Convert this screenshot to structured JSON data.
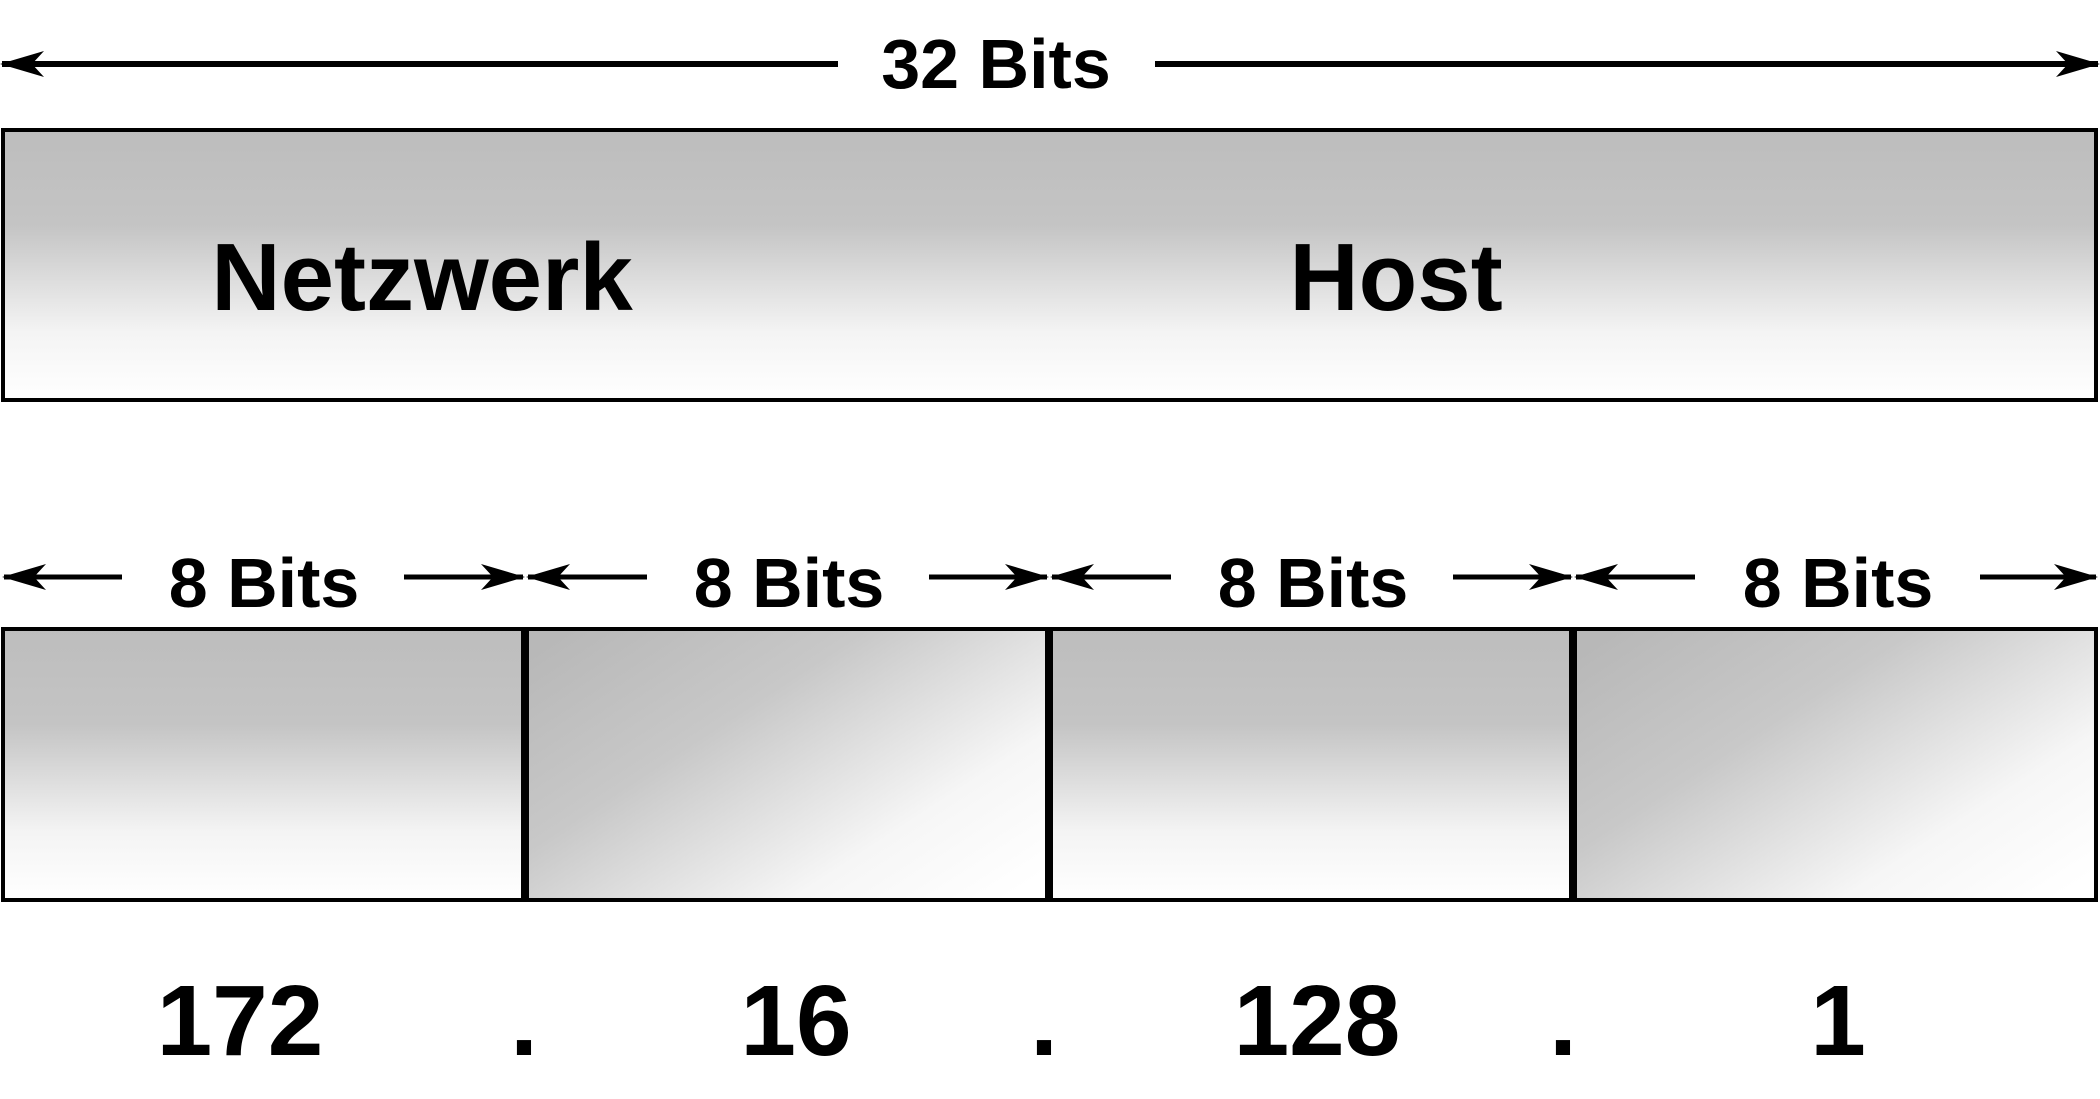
{
  "total": {
    "label": "32 Bits"
  },
  "parts": {
    "network": "Netzwerk",
    "host": "Host"
  },
  "octets": [
    {
      "bits_label": "8 Bits",
      "value": "172"
    },
    {
      "bits_label": "8 Bits",
      "value": "16"
    },
    {
      "bits_label": "8 Bits",
      "value": "128"
    },
    {
      "bits_label": "8 Bits",
      "value": "1"
    }
  ],
  "separator": ".",
  "colors": {
    "line": "#000000",
    "fill_dark": "#bdbdbd",
    "fill_light": "#ffffff"
  }
}
